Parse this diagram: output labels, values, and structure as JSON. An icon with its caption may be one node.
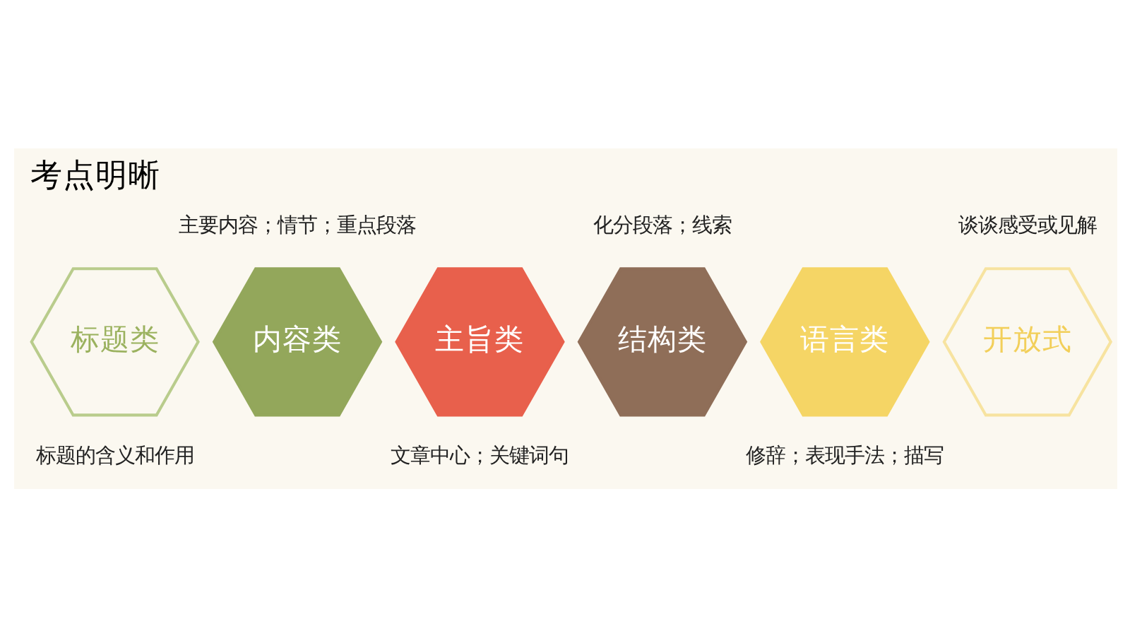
{
  "diagram": {
    "title": "考点明晰",
    "nodes": [
      {
        "text": [
          "标题类"
        ],
        "beside": [
          "标题的含义和作用"
        ]
      },
      {
        "text": [
          "内容类"
        ],
        "beside": [
          "主要内容；情节；重点段落"
        ]
      },
      {
        "text": [
          "主旨类"
        ],
        "beside": [
          "文章中心；关键词句"
        ]
      },
      {
        "text": [
          "结构类"
        ],
        "beside": [
          "化分段落；线索"
        ]
      },
      {
        "text": [
          "语言类"
        ],
        "beside": [
          "修辞；表现手法；描写"
        ]
      },
      {
        "text": [
          "开放式"
        ],
        "beside": [
          "谈谈感受或见解"
        ]
      }
    ]
  }
}
